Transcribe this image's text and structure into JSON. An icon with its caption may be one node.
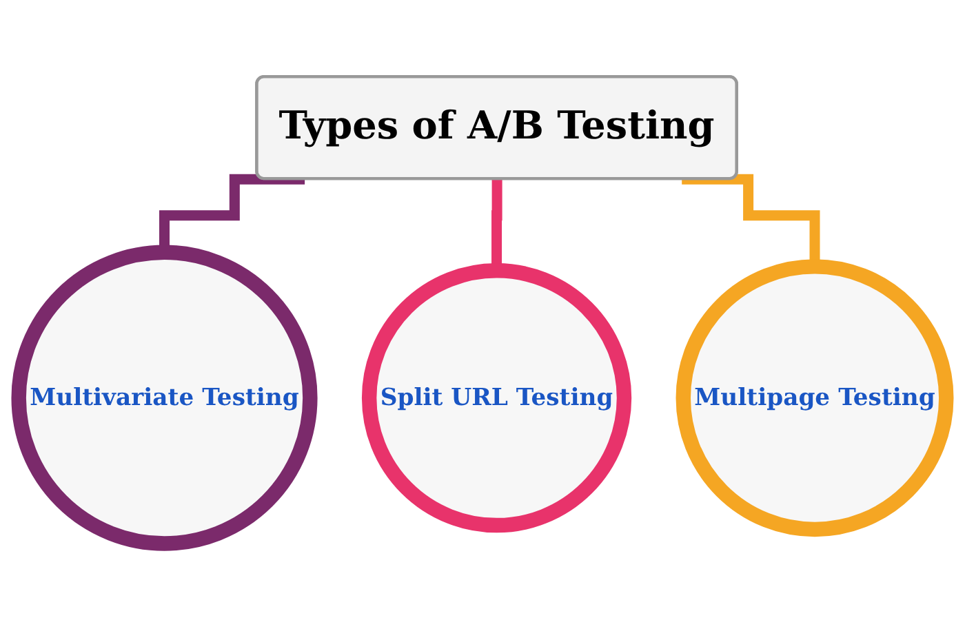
{
  "diagram": {
    "nodes": [
      {
        "text": [
          "Types of A/B Testing"
        ]
      },
      {
        "text": [
          "Multivariate Testing"
        ]
      },
      {
        "text": [
          "Split URL Testing"
        ]
      },
      {
        "text": [
          "Multipage Testing"
        ]
      }
    ],
    "edges": [
      {
        "from": 0,
        "to": 1,
        "arrow": "none",
        "color": "#7b2a6b"
      },
      {
        "from": 0,
        "to": 2,
        "arrow": "none",
        "color": "#e8336b"
      },
      {
        "from": 0,
        "to": 3,
        "arrow": "none",
        "color": "#f5a623"
      }
    ]
  }
}
